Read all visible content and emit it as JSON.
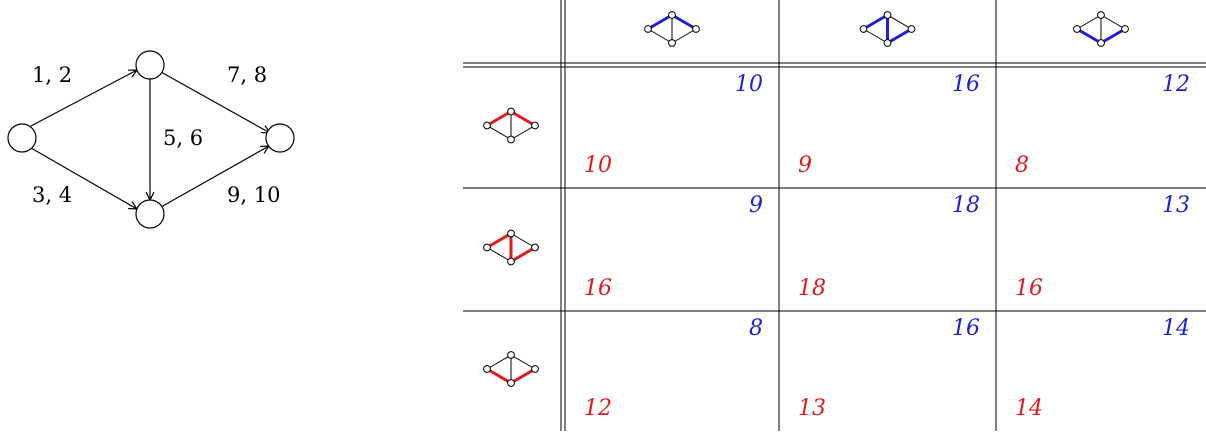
{
  "graph": {
    "edge_labels": {
      "top_left": "1, 2",
      "bottom_left": "3, 4",
      "middle": "5, 6",
      "top_right": "7, 8",
      "bottom_right": "9, 10"
    }
  },
  "table": {
    "colors": {
      "column_path": "#1d1dde",
      "row_path": "#e31a1a"
    },
    "columns": [
      {
        "path": "top-then-right"
      },
      {
        "path": "top-down-bottom-right"
      },
      {
        "path": "bottom-then-right"
      }
    ],
    "rows": [
      {
        "path": "top-then-right",
        "cells": [
          {
            "blue": "10",
            "red": "10"
          },
          {
            "blue": "16",
            "red": "9"
          },
          {
            "blue": "12",
            "red": "8"
          }
        ]
      },
      {
        "path": "top-down-bottom-right",
        "cells": [
          {
            "blue": "9",
            "red": "16"
          },
          {
            "blue": "18",
            "red": "18"
          },
          {
            "blue": "13",
            "red": "16"
          }
        ]
      },
      {
        "path": "bottom-then-right",
        "cells": [
          {
            "blue": "8",
            "red": "12"
          },
          {
            "blue": "16",
            "red": "13"
          },
          {
            "blue": "14",
            "red": "14"
          }
        ]
      }
    ]
  }
}
